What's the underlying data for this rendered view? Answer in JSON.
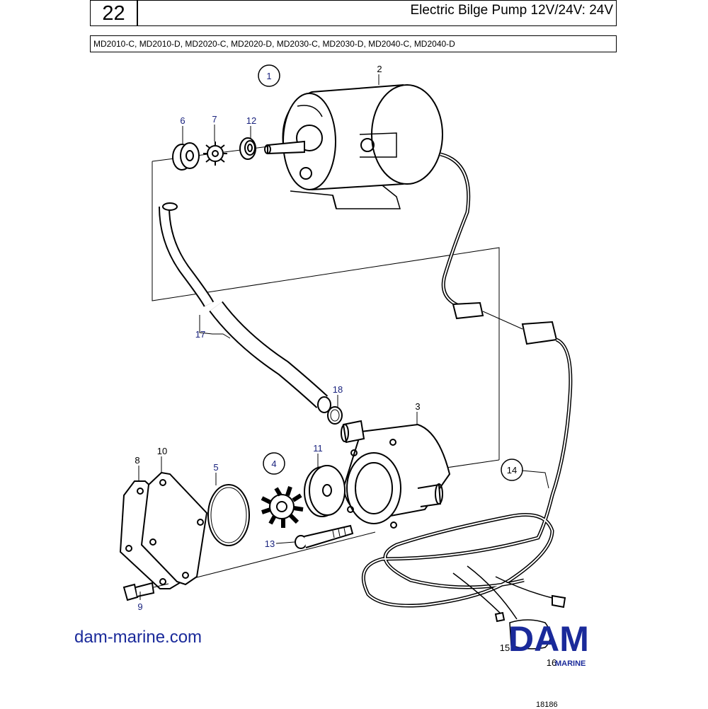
{
  "header": {
    "page_number": "22",
    "title": "Electric Bilge Pump 12V/24V: 24V",
    "models": "MD2010-C, MD2010-D, MD2020-C, MD2020-D, MD2030-C, MD2030-D, MD2040-C, MD2040-D"
  },
  "callouts": {
    "c1": "1",
    "c2": "2",
    "c3": "3",
    "c4": "4",
    "c5": "5",
    "c6": "6",
    "c7": "7",
    "c8": "8",
    "c9": "9",
    "c10": "10",
    "c11": "11",
    "c12": "12",
    "c13": "13",
    "c14": "14",
    "c15": "15",
    "c16": "16",
    "c17": "17",
    "c18": "18"
  },
  "footer": {
    "website": "dam-marine.com",
    "logo_text": "DAM",
    "logo_subtext": "MARINE",
    "drawing_number": "18186"
  },
  "colors": {
    "callout_blue": "#1a237e",
    "brand_blue": "#1a2a9a",
    "line": "#000000"
  }
}
